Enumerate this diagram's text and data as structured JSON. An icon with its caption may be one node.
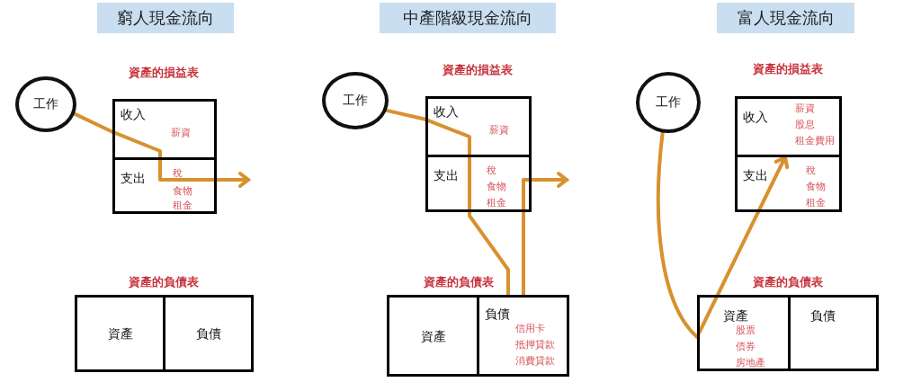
{
  "diagram": {
    "nodes": [
      {
        "text": [
          "窮人現金流向"
        ]
      },
      {
        "text": [
          "工作"
        ]
      },
      {
        "text": [
          "收入",
          "薪資"
        ]
      },
      {
        "text": [
          "支出",
          "稅",
          "食物",
          "租金"
        ]
      },
      {
        "text": [
          "資產"
        ]
      },
      {
        "text": [
          "負債"
        ]
      },
      {
        "text": [
          "中產階級現金流向"
        ]
      },
      {
        "text": [
          "工作"
        ]
      },
      {
        "text": [
          "收入",
          "薪資"
        ]
      },
      {
        "text": [
          "支出",
          "稅",
          "食物",
          "租金"
        ]
      },
      {
        "text": [
          "資產"
        ]
      },
      {
        "text": [
          "負債",
          "信用卡",
          "抵押貸款",
          "消費貸款"
        ]
      },
      {
        "text": [
          "富人現金流向"
        ]
      },
      {
        "text": [
          "工作"
        ]
      },
      {
        "text": [
          "收入",
          "薪資",
          "股息",
          "租金費用"
        ]
      },
      {
        "text": [
          "支出",
          "稅",
          "食物",
          "租金"
        ]
      },
      {
        "text": [
          "資產",
          "股票",
          "債券",
          "房地產"
        ]
      },
      {
        "text": [
          "負債"
        ]
      }
    ],
    "edges": [
      {
        "from": 1,
        "to": 2,
        "arrow": "none"
      },
      {
        "from": 2,
        "to": 3,
        "arrow": "none"
      },
      {
        "from": 3,
        "to": null,
        "arrow": "to"
      },
      {
        "from": 7,
        "to": 8,
        "arrow": "none"
      },
      {
        "from": 8,
        "to": 9,
        "arrow": "none"
      },
      {
        "from": 9,
        "to": 11,
        "arrow": "none"
      },
      {
        "from": 11,
        "to": 9,
        "arrow": "none"
      },
      {
        "from": 9,
        "to": null,
        "arrow": "to"
      },
      {
        "from": 13,
        "to": 16,
        "arrow": "none"
      },
      {
        "from": 16,
        "to": 15,
        "arrow": "none"
      },
      {
        "from": 15,
        "to": 14,
        "arrow": "to"
      }
    ],
    "labels": [
      "資產的損益表",
      "資產的損益表",
      "資產的損益表",
      "資產的負債表",
      "資產的負債表",
      "資產的負債表"
    ]
  }
}
